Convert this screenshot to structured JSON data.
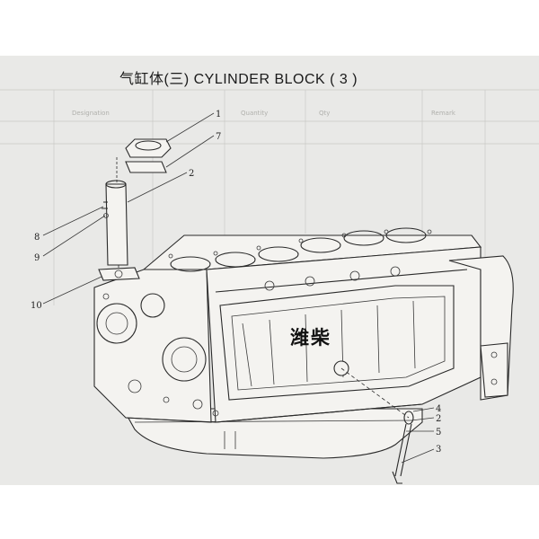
{
  "title": "气缸体(三)   CYLINDER BLOCK ( 3 )",
  "brand_label": "潍柴",
  "callouts": [
    "1",
    "7",
    "2",
    "8",
    "9",
    "10",
    "4",
    "2",
    "5",
    "3"
  ],
  "background_table_fragments": [
    "Designation",
    "Quantity",
    "Remark",
    "Qty"
  ],
  "colors": {
    "paper": "#e9e9e7",
    "ink": "#2a2a2a"
  }
}
